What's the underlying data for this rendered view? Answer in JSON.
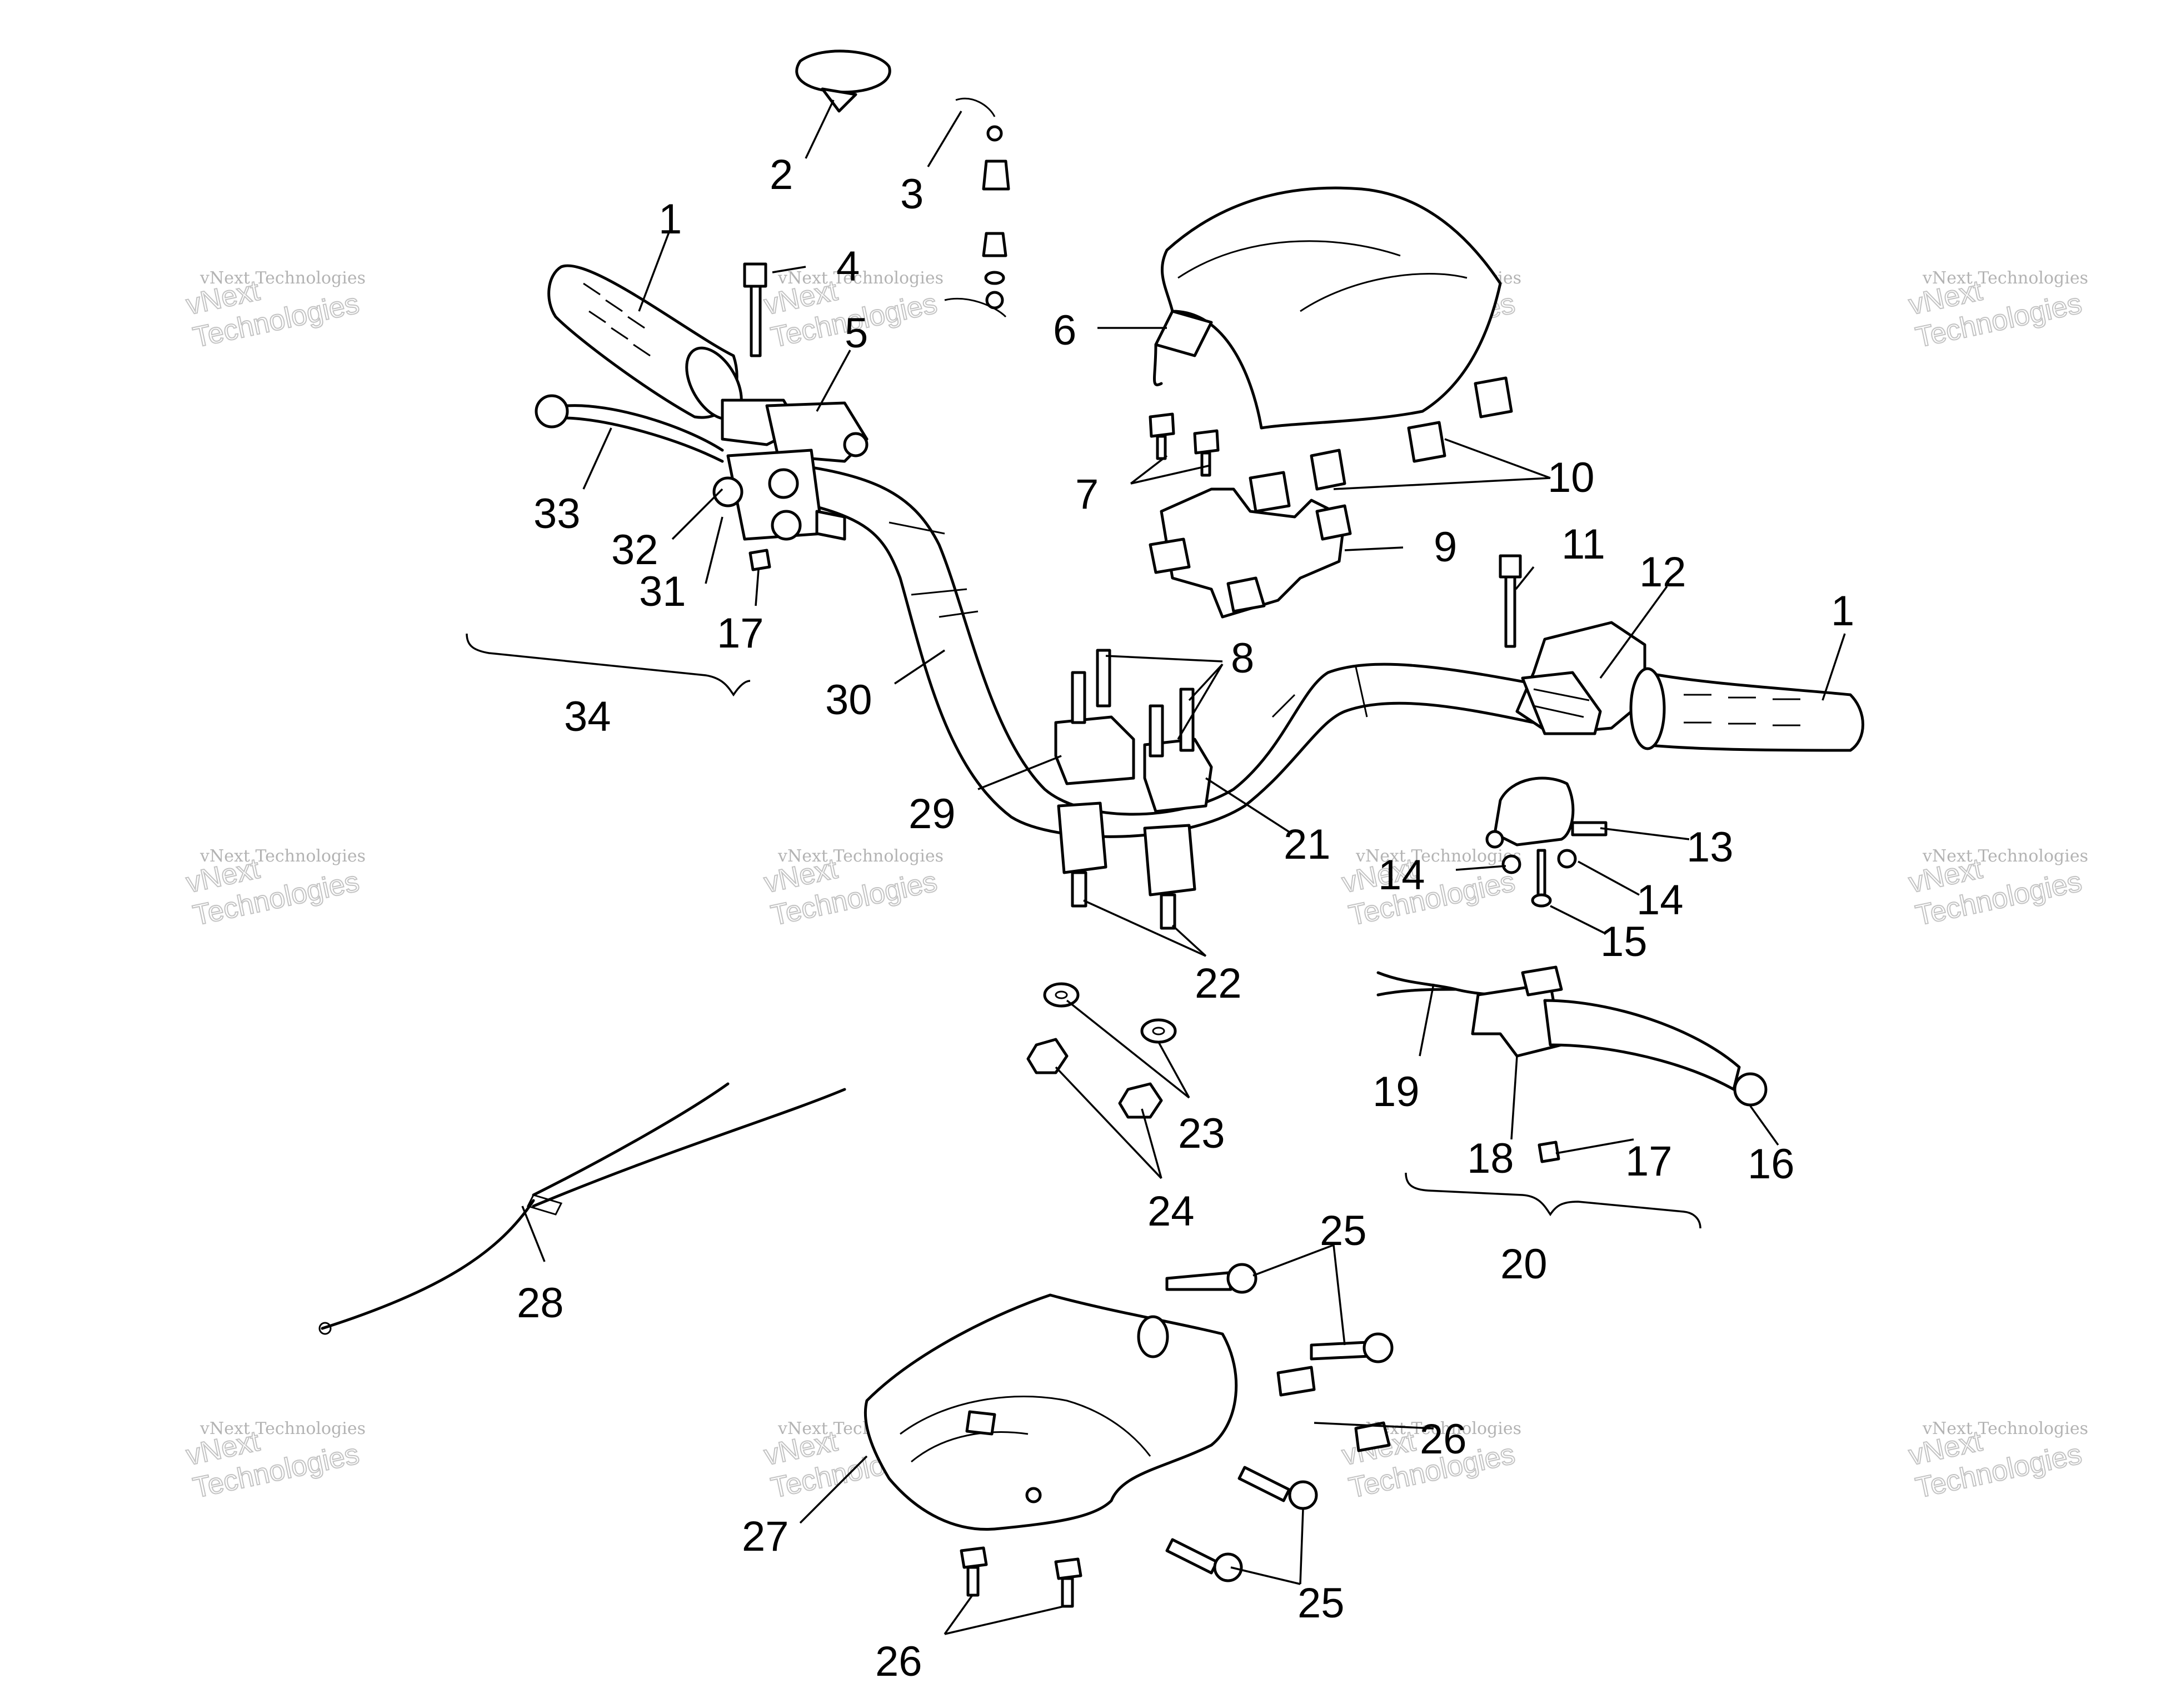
{
  "watermark": {
    "line1": "vNext Technologies",
    "line2": "vNext\nTechnologies"
  },
  "callouts": [
    "1",
    "2",
    "3",
    "4",
    "5",
    "6",
    "7",
    "8",
    "9",
    "10",
    "11",
    "12",
    "1",
    "13",
    "14",
    "14",
    "15",
    "16",
    "17",
    "17",
    "18",
    "19",
    "20",
    "21",
    "22",
    "23",
    "24",
    "25",
    "25",
    "26",
    "26",
    "27",
    "28",
    "29",
    "30",
    "31",
    "32",
    "33",
    "34"
  ]
}
